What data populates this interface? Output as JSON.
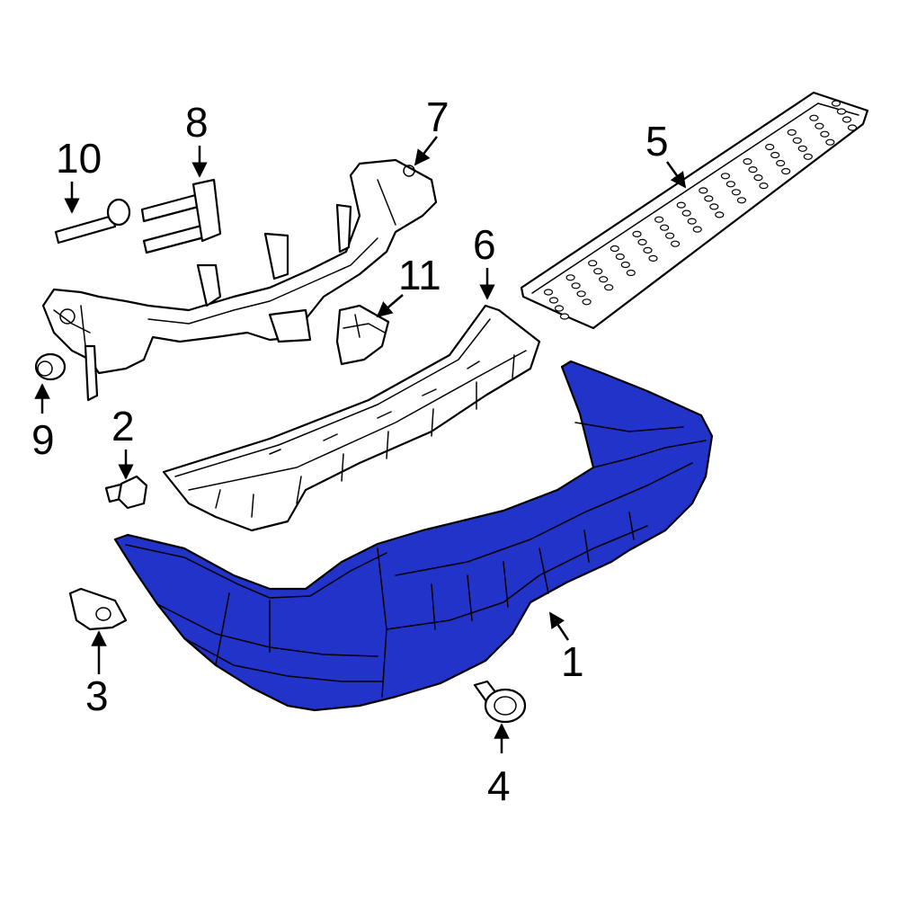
{
  "diagram": {
    "highlight_color": "#2233c9",
    "line_color": "#000000",
    "callouts": [
      "1",
      "2",
      "3",
      "4",
      "5",
      "6",
      "7",
      "8",
      "9",
      "10",
      "11"
    ],
    "parts": [
      {
        "callout": "1",
        "icon": "bumper-cover-icon"
      },
      {
        "callout": "2",
        "icon": "bolt-icon"
      },
      {
        "callout": "3",
        "icon": "nut-plate-icon"
      },
      {
        "callout": "4",
        "icon": "push-retainer-icon"
      },
      {
        "callout": "5",
        "icon": "step-pad-icon"
      },
      {
        "callout": "6",
        "icon": "energy-absorber-icon"
      },
      {
        "callout": "7",
        "icon": "mount-bracket-icon"
      },
      {
        "callout": "8",
        "icon": "bolt-icon"
      },
      {
        "callout": "9",
        "icon": "bushing-icon"
      },
      {
        "callout": "10",
        "icon": "bolt-icon"
      },
      {
        "callout": "11",
        "icon": "guide-bracket-icon"
      }
    ]
  }
}
